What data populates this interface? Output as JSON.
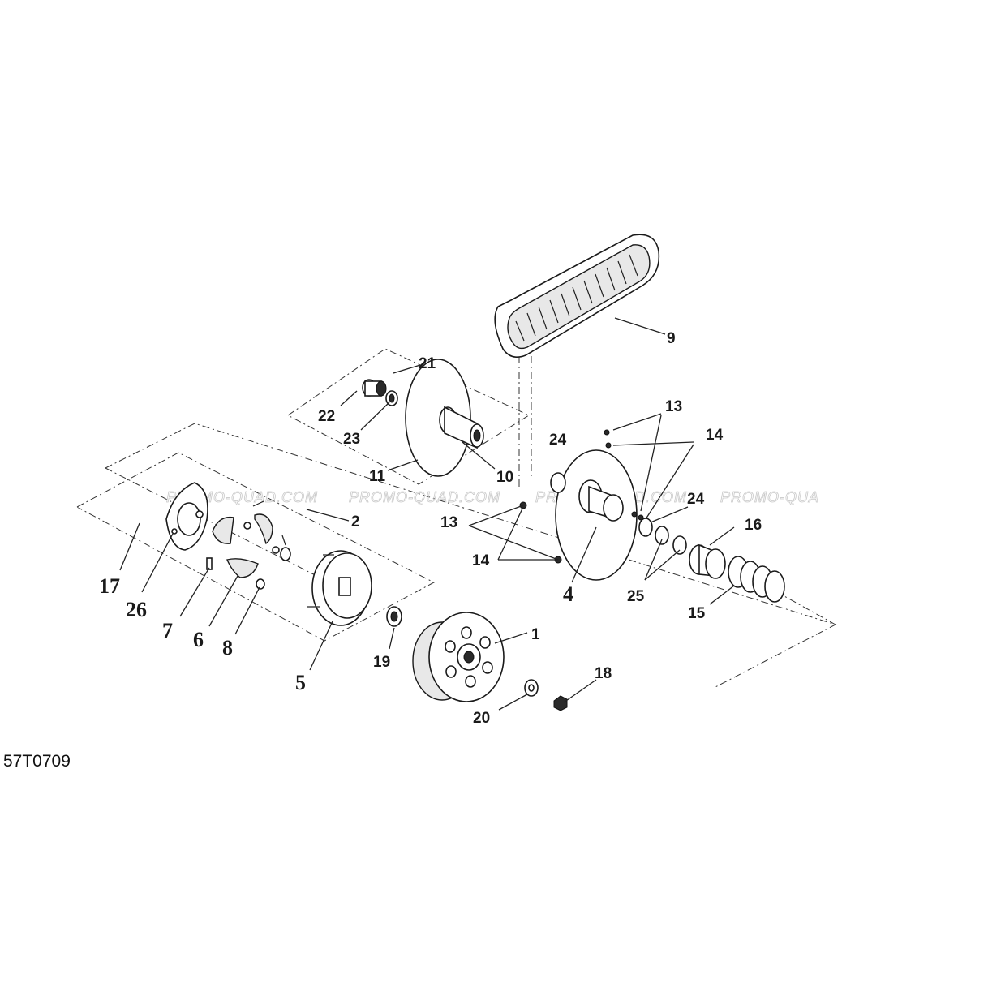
{
  "diagram": {
    "reference_code": "57T0709",
    "watermark": "PROMO-QUAD.COM",
    "watermark_partial": "PROMO-QUA",
    "callouts": {
      "c1": "1",
      "c2": "2",
      "c4": "4",
      "c5": "5",
      "c6": "6",
      "c7": "7",
      "c8": "8",
      "c9": "9",
      "c10": "10",
      "c11": "11",
      "c13a": "13",
      "c13b": "13",
      "c14a": "14",
      "c14b": "14",
      "c15": "15",
      "c16": "16",
      "c17": "17",
      "c18": "18",
      "c19": "19",
      "c20": "20",
      "c21": "21",
      "c22": "22",
      "c23": "23",
      "c24a": "24",
      "c24b": "24",
      "c25": "25",
      "c26": "26"
    }
  }
}
